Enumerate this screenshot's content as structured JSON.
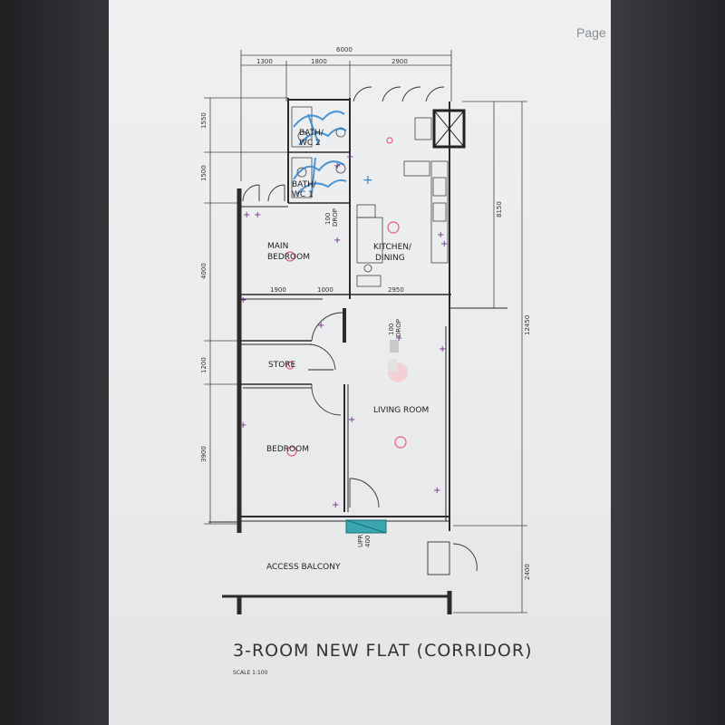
{
  "viewer": {
    "page_label": "Page"
  },
  "plan": {
    "title": "3-ROOM NEW FLAT (CORRIDOR)",
    "scale": "SCALE   1:100",
    "rooms": {
      "bath1": "BATH/",
      "wc1": "WC 1",
      "bath2": "BATH/",
      "wc2": "WC 2",
      "main_bedroom_1": "MAIN",
      "main_bedroom_2": "BEDROOM",
      "kitchen_1": "KITCHEN/",
      "kitchen_2": "DINING",
      "store": "STORE",
      "living": "LIVING ROOM",
      "bedroom": "BEDROOM",
      "balcony": "ACCESS  BALCONY"
    },
    "dims_top": {
      "total": "6000",
      "a": "1300",
      "b": "1800",
      "c": "2900"
    },
    "dims_left": [
      "1550",
      "1500",
      "4000",
      "1200",
      "3900"
    ],
    "dims_right": {
      "upper": "8150",
      "total": "12450",
      "balcony": "2400"
    },
    "dims_mid": {
      "a": "1900",
      "b": "1000",
      "c": "2950"
    },
    "drops": {
      "d1": "100",
      "d1b": "DROP",
      "d2": "100",
      "d2b": "DROP",
      "d3": "UPR",
      "d3b": "400"
    }
  }
}
